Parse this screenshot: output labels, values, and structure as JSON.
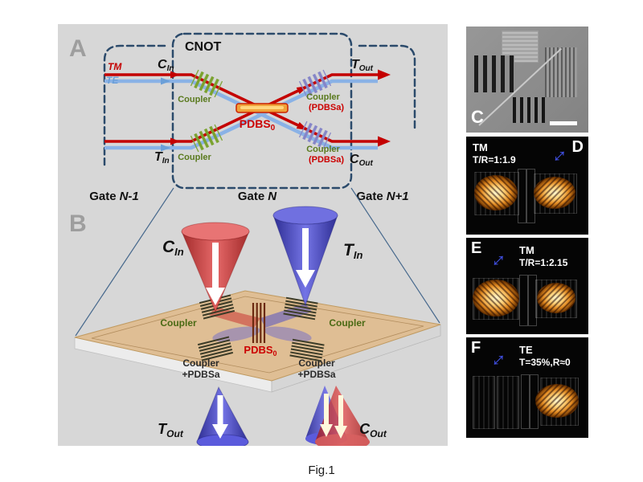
{
  "caption": "Fig.1",
  "icons": {
    "double_arrow": "↔"
  },
  "colors": {
    "waveguide_tm_red": "#c40000",
    "waveguide_te_blue": "#8ab2e6",
    "coupler_green": "#6f9422",
    "coupler_pdbsa_purple": "#8585c8",
    "pdbs_orange": "#f0a23a",
    "chip_tan": "#dfbe94",
    "measure_arrow_blue": "#3d4cd8",
    "dashed_outline": "#2b4a6b"
  },
  "panelA": {
    "letter": "A",
    "title": "CNOT",
    "tm_label": "TM",
    "te_label": "TE",
    "c_in": {
      "main": "C",
      "sub": "In"
    },
    "t_in": {
      "main": "T",
      "sub": "In"
    },
    "t_out": {
      "main": "T",
      "sub": "Out"
    },
    "c_out": {
      "main": "C",
      "sub": "Out"
    },
    "coupler_top_left": "Coupler",
    "coupler_bottom_left": "Coupler",
    "coupler_top_right": {
      "line1": "Coupler",
      "line2": "(PDBSa)"
    },
    "coupler_bottom_right": {
      "line1": "Coupler",
      "line2": "(PDBSa)"
    },
    "pdbs": {
      "main": "PDBS",
      "sub": "0"
    },
    "gates": {
      "prev": {
        "word": "Gate",
        "n": "N-1"
      },
      "current": {
        "word": "Gate",
        "n": "N"
      },
      "next": {
        "word": "Gate",
        "n": "N+1"
      }
    }
  },
  "panelB": {
    "letter": "B",
    "c_in": {
      "main": "C",
      "sub": "In"
    },
    "t_in": {
      "main": "T",
      "sub": "In"
    },
    "coupler_left": "Coupler",
    "coupler_right": "Coupler",
    "pdbs": {
      "main": "PDBS",
      "sub": "0"
    },
    "coupler_pdbsa_left": {
      "line1": "Coupler",
      "line2": "+PDBSa"
    },
    "coupler_pdbsa_right": {
      "line1": "Coupler",
      "line2": "+PDBSa"
    },
    "t_out": {
      "main": "T",
      "sub": "Out"
    },
    "c_out": {
      "main": "C",
      "sub": "Out"
    }
  },
  "panelC": {
    "letter": "C"
  },
  "panelD": {
    "letter": "D",
    "mode": "TM",
    "ratio": "T/R=1:1.9"
  },
  "panelE": {
    "letter": "E",
    "mode": "TM",
    "ratio": "T/R=1:2.15"
  },
  "panelF": {
    "letter": "F",
    "mode": "TE",
    "ratio": "T=35%,R≈0"
  }
}
